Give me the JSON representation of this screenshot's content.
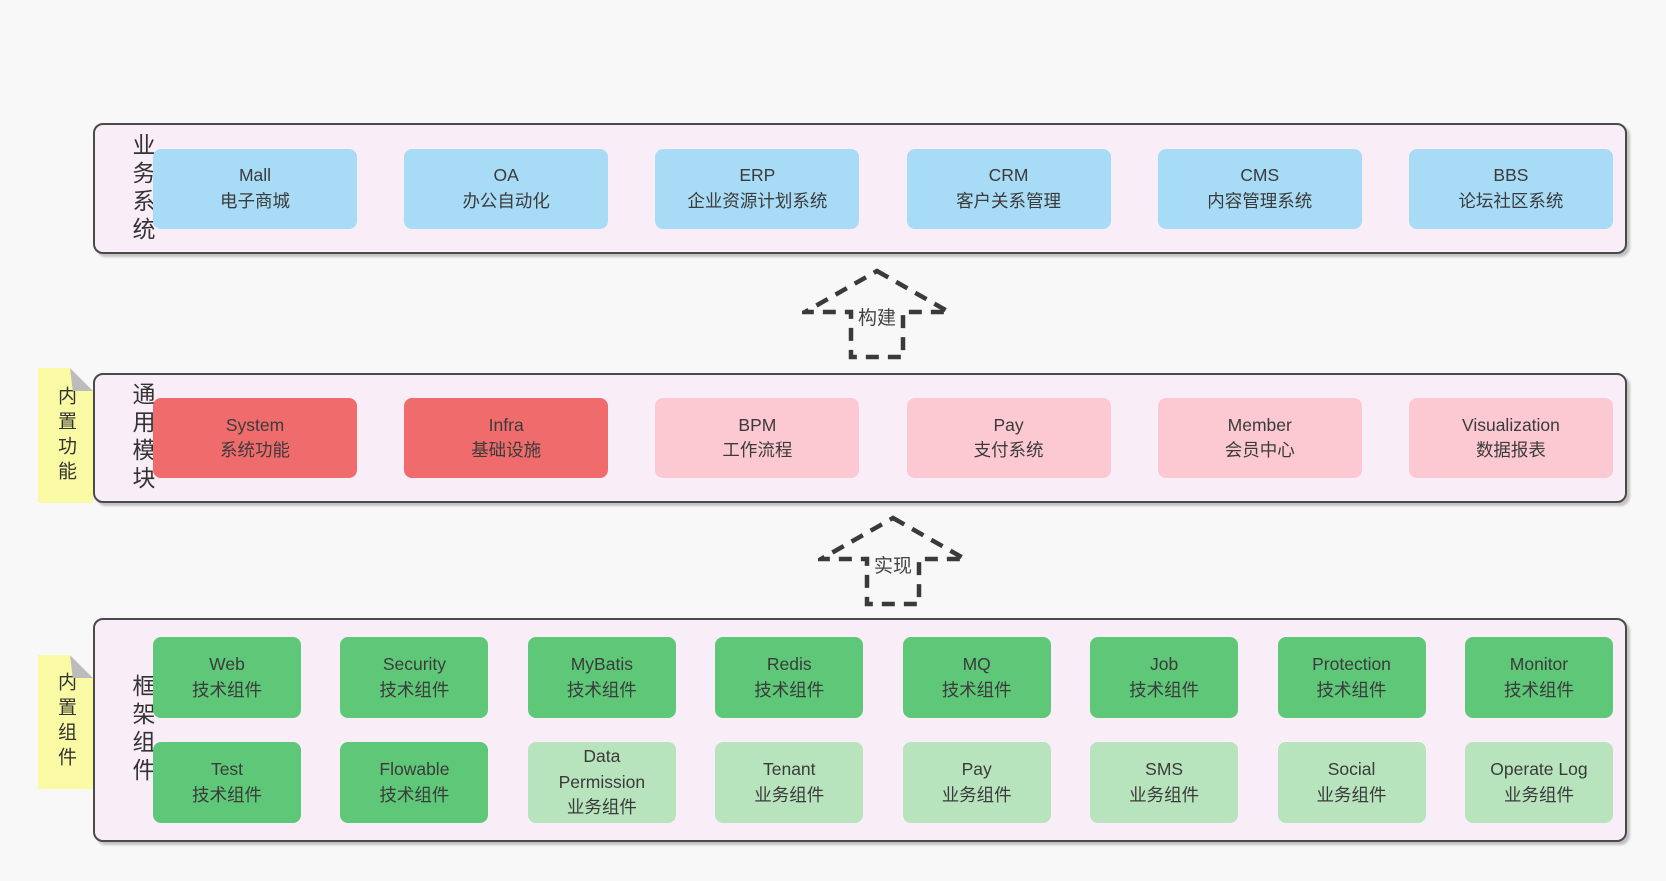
{
  "colors": {
    "page_bg": "#f8f8f8",
    "panel_bg": "#f9eef8",
    "outline": "#4a4a4a",
    "business_box": "#a8dbf5",
    "core_module_box": "#f06b6b",
    "optional_module_box": "#fcc8d2",
    "tech_component_box": "#5ec878",
    "biz_component_box": "#b7e3bd",
    "sticky_note": "#fafaa5"
  },
  "arrows": {
    "build": "构建",
    "implement": "实现"
  },
  "sections": {
    "business": {
      "label": "业务系统",
      "boxes": [
        {
          "en": "Mall",
          "zh": "电子商城"
        },
        {
          "en": "OA",
          "zh": "办公自动化"
        },
        {
          "en": "ERP",
          "zh": "企业资源计划系统"
        },
        {
          "en": "CRM",
          "zh": "客户关系管理"
        },
        {
          "en": "CMS",
          "zh": "内容管理系统"
        },
        {
          "en": "BBS",
          "zh": "论坛社区系统"
        }
      ]
    },
    "modules": {
      "label": "通用模块",
      "sticky": "内置功能",
      "boxes": [
        {
          "en": "System",
          "zh": "系统功能"
        },
        {
          "en": "Infra",
          "zh": "基础设施"
        },
        {
          "en": "BPM",
          "zh": "工作流程"
        },
        {
          "en": "Pay",
          "zh": "支付系统"
        },
        {
          "en": "Member",
          "zh": "会员中心"
        },
        {
          "en": "Visualization",
          "zh": "数据报表"
        }
      ]
    },
    "components": {
      "label": "框架组件",
      "sticky": "内置组件",
      "row1": [
        {
          "en": "Web",
          "zh": "技术组件"
        },
        {
          "en": "Security",
          "zh": "技术组件"
        },
        {
          "en": "MyBatis",
          "zh": "技术组件"
        },
        {
          "en": "Redis",
          "zh": "技术组件"
        },
        {
          "en": "MQ",
          "zh": "技术组件"
        },
        {
          "en": "Job",
          "zh": "技术组件"
        },
        {
          "en": "Protection",
          "zh": "技术组件"
        },
        {
          "en": "Monitor",
          "zh": "技术组件"
        }
      ],
      "row2": [
        {
          "en": "Test",
          "zh": "技术组件"
        },
        {
          "en": "Flowable",
          "zh": "技术组件"
        },
        {
          "en": "Data Permission",
          "zh": "业务组件"
        },
        {
          "en": "Tenant",
          "zh": "业务组件"
        },
        {
          "en": "Pay",
          "zh": "业务组件"
        },
        {
          "en": "SMS",
          "zh": "业务组件"
        },
        {
          "en": "Social",
          "zh": "业务组件"
        },
        {
          "en": "Operate Log",
          "zh": "业务组件"
        }
      ]
    }
  }
}
